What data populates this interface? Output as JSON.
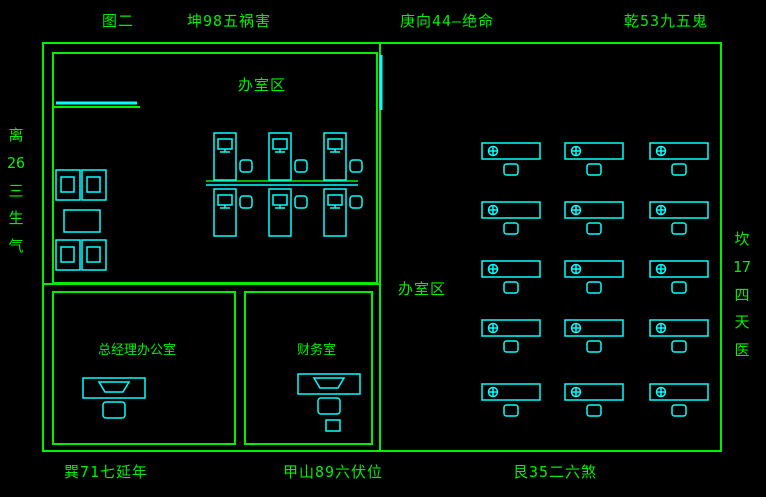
{
  "labels": {
    "figure": "图二",
    "top_kun": "坤98五祸害",
    "top_geng": "庚向44—绝命",
    "top_qian": "乾53九五鬼",
    "left_li": "离\n26\n三\n生\n气",
    "right_kan": "坎\n17\n四\n天\n医",
    "bottom_xun": "巽71七延年",
    "bottom_jiashan": "甲山89六伏位",
    "bottom_gen": "艮35二六煞",
    "office_area_top": "办室区",
    "office_area_right": "办室区",
    "manager_office": "总经理办公室",
    "finance_room": "财务室"
  },
  "colors": {
    "background": "#000000",
    "wall": "#00ef00",
    "furniture": "#00ffff",
    "text": "#00ef00"
  }
}
